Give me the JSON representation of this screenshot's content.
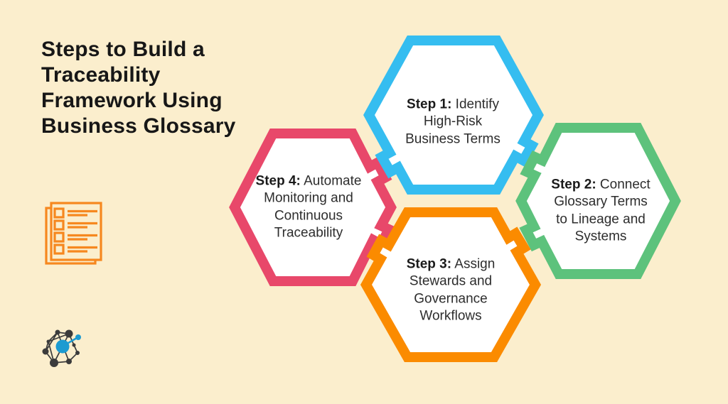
{
  "page": {
    "background_color": "#FBEECD"
  },
  "title": {
    "text": "Steps to Build a\nTraceability\nFramework Using\nBusiness Glossary"
  },
  "steps": [
    {
      "label_bold": "Step 1:",
      "label_rest": " Identify\nHigh-Risk\nBusiness Terms",
      "color": "#35BDF0"
    },
    {
      "label_bold": "Step 2:",
      "label_rest": " Connect\nGlossary Terms\nto Lineage and\nSystems",
      "color": "#5DC27C"
    },
    {
      "label_bold": "Step 3:",
      "label_rest": " Assign\nStewards and\nGovernance\nWorkflows",
      "color": "#FB8B00"
    },
    {
      "label_bold": "Step 4:",
      "label_rest": " Automate\nMonitoring and\nContinuous\nTraceability",
      "color": "#E8486A"
    }
  ],
  "icons": {
    "checklist_name": "checklist-document-icon",
    "checklist_color": "#F6881F",
    "logo_name": "network-graph-logo",
    "logo_dark": "#3B3B3B",
    "logo_blue": "#1D9BD1"
  }
}
